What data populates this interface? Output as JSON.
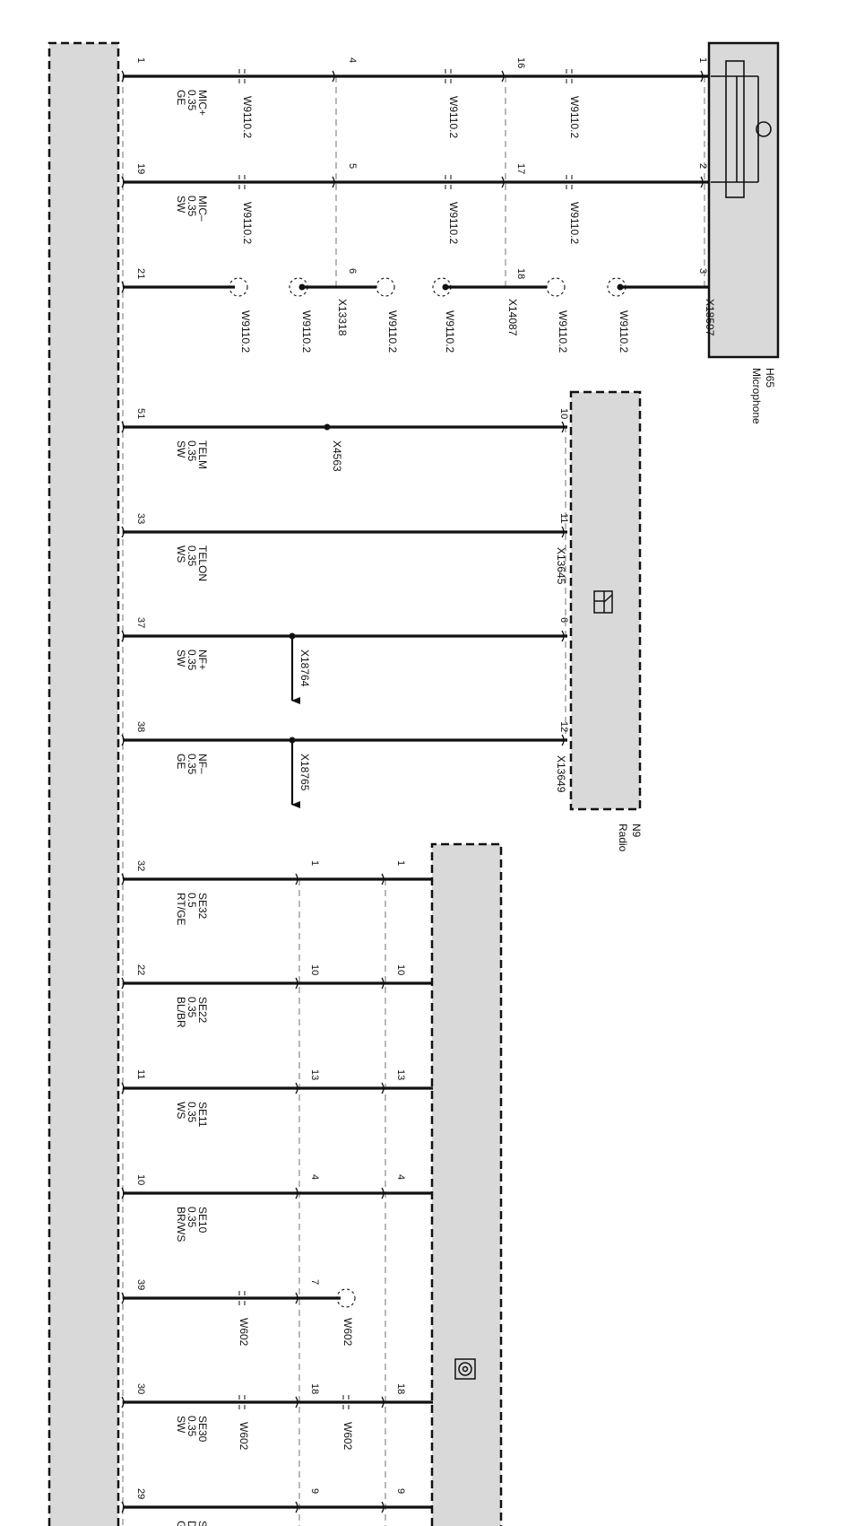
{
  "components": {
    "left_unit": {},
    "microphone": {
      "code": "H65",
      "name": "Microphone",
      "connector": "X18507"
    },
    "radio": {
      "code": "N9",
      "name": "Radio",
      "connectors": [
        "X13645",
        "X13649"
      ]
    },
    "lower_unit": {}
  },
  "wires": [
    {
      "id": "w1",
      "left_pin": "1",
      "signal": "MIC+",
      "size": "0.35",
      "color": "GE",
      "inline": [
        {
          "pin": "4"
        },
        {
          "pin": "16"
        }
      ],
      "right_pin": "1",
      "shield_marks": [
        "W9110.2",
        "W9110.2",
        "W9110.2"
      ]
    },
    {
      "id": "w2",
      "left_pin": "19",
      "signal": "MIC–",
      "size": "0.35",
      "color": "SW",
      "inline": [
        {
          "pin": "5"
        },
        {
          "pin": "17"
        }
      ],
      "right_pin": "2",
      "shield_marks": [
        "W9110.2",
        "W9110.2",
        "W9110.2"
      ]
    },
    {
      "id": "w3",
      "left_pin": "21",
      "right_pin": "3",
      "inline": [
        {
          "pin": "6",
          "connector": "X13318"
        },
        {
          "pin": "18",
          "connector": "X14087"
        }
      ],
      "shield_marks": [
        "W9110.2",
        "W9110.2",
        "W9110.2",
        "W9110.2",
        "W9110.2",
        "W9110.2"
      ]
    },
    {
      "id": "w4",
      "left_pin": "51",
      "signal": "TELM",
      "size": "0.35",
      "color": "SW",
      "splice": "X4563",
      "right_pin": "10"
    },
    {
      "id": "w5",
      "left_pin": "33",
      "signal": "TELON",
      "size": "0.35",
      "color": "WS",
      "right_pin": "11"
    },
    {
      "id": "w6",
      "left_pin": "37",
      "signal": "NF+",
      "size": "0.35",
      "color": "SW",
      "branch": "X18764",
      "right_pin": "6"
    },
    {
      "id": "w7",
      "left_pin": "38",
      "signal": "NF–",
      "size": "0.35",
      "color": "GE",
      "branch": "X18765",
      "right_pin": "12"
    },
    {
      "id": "w8",
      "left_pin": "32",
      "signal": "SE32",
      "size": "0.5",
      "color": "RT/GE",
      "mid_pin": "1",
      "right_pin": "1"
    },
    {
      "id": "w9",
      "left_pin": "22",
      "signal": "SE22",
      "size": "0.35",
      "color": "BL/BR",
      "mid_pin": "10",
      "right_pin": "10"
    },
    {
      "id": "w10",
      "left_pin": "11",
      "signal": "SE11",
      "size": "0.35",
      "color": "WS",
      "mid_pin": "13",
      "right_pin": "13"
    },
    {
      "id": "w11",
      "left_pin": "10",
      "signal": "SE10",
      "size": "0.35",
      "color": "BR/WS",
      "mid_pin": "4",
      "right_pin": "4"
    },
    {
      "id": "w12",
      "left_pin": "39",
      "mid_pin": "7",
      "shield_marks": [
        "W602",
        "W602"
      ]
    },
    {
      "id": "w13",
      "left_pin": "30",
      "signal": "SE30",
      "size": "0.35",
      "color": "SW",
      "mid_pin": "18",
      "right_pin": "18",
      "shield_marks": [
        "W602",
        "W602"
      ]
    },
    {
      "id": "w14",
      "left_pin": "29",
      "signal": "S",
      "size": "D",
      "color": "G",
      "mid_pin": "9",
      "right_pin": "9"
    }
  ]
}
